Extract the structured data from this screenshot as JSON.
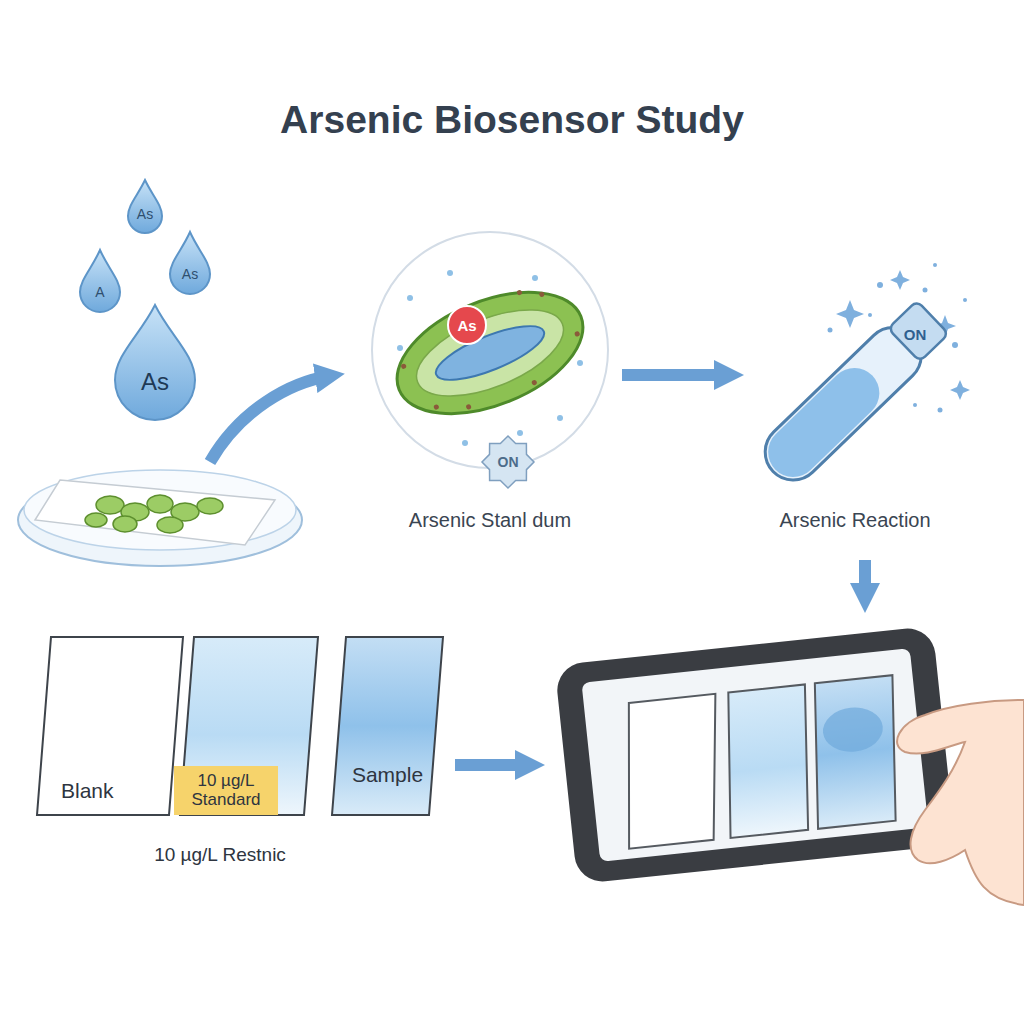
{
  "diagram": {
    "title": "Arsenic Biosensor Study",
    "nodes": [
      {
        "text": [
          "Arsenic Stanl dum"
        ]
      },
      {
        "text": [
          "Arsenic Reaction"
        ]
      },
      {
        "text": [
          "Blank"
        ]
      },
      {
        "text": [
          "10 µg/L Standard"
        ]
      },
      {
        "text": [
          "Sample"
        ]
      }
    ],
    "edges": [
      {
        "from": 0,
        "to": 1,
        "arrow": "to"
      }
    ],
    "labels": [
      "As",
      "A",
      "As",
      "As",
      "As",
      "ON",
      "ON",
      "10 µg/L Restnic"
    ]
  }
}
